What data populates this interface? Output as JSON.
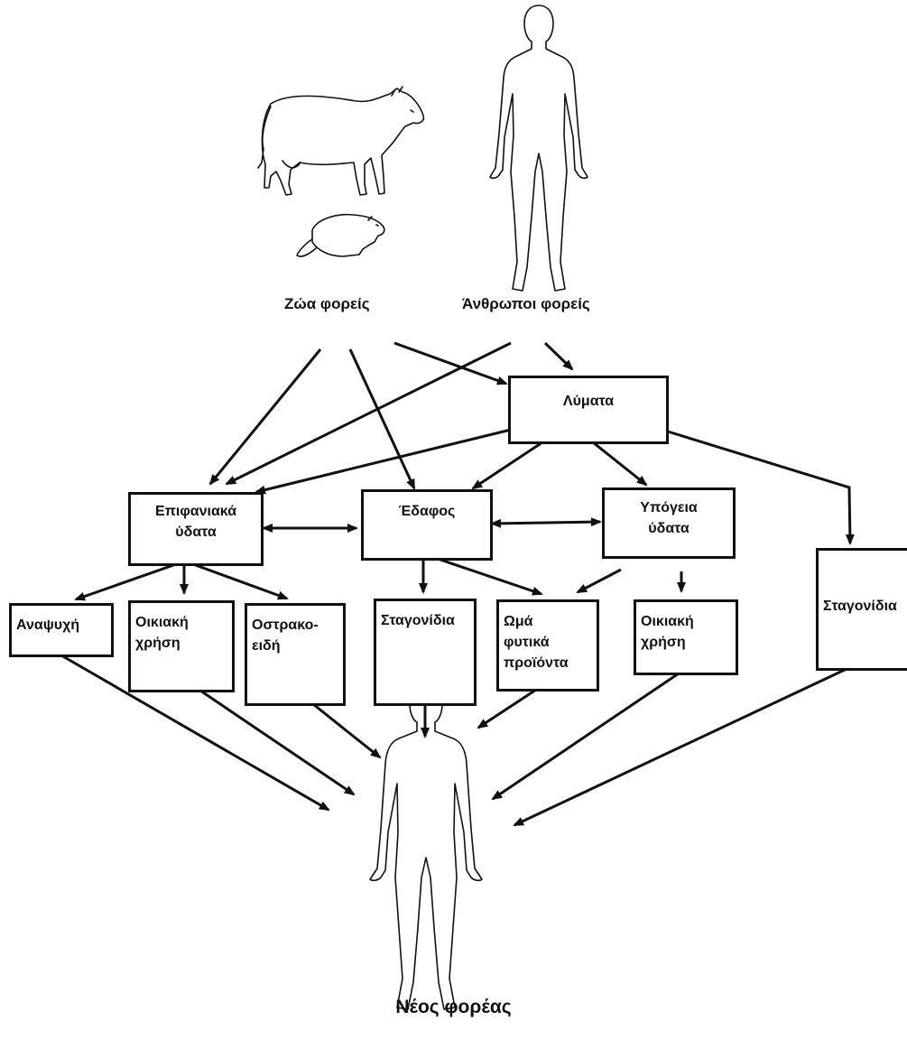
{
  "sources": {
    "animals_label": "Ζώα φορείς",
    "humans_label": "Άνθρωποι φορείς"
  },
  "nodes": {
    "wastes": "Λύματα",
    "surface_water": "Επιφανιακά\nύδατα",
    "soil": "Έδαφος",
    "groundwater": "Υπόγεια\nύδατα",
    "recreation": "Αναψυχή",
    "domestic_use_1": "Οικιακή\nχρήση",
    "shellfish": "Οστρακο-\nειδή",
    "droplets_1": "Σταγονίδια",
    "raw_produce": "Ωμά\nφυτικά\nπροϊόντα",
    "domestic_use_2": "Οικιακή\nχρήση",
    "droplets_2": "Σταγονίδια"
  },
  "target": {
    "label": "Νέος φορέας"
  },
  "colors": {
    "ink": "#111111",
    "background": "#ffffff"
  }
}
